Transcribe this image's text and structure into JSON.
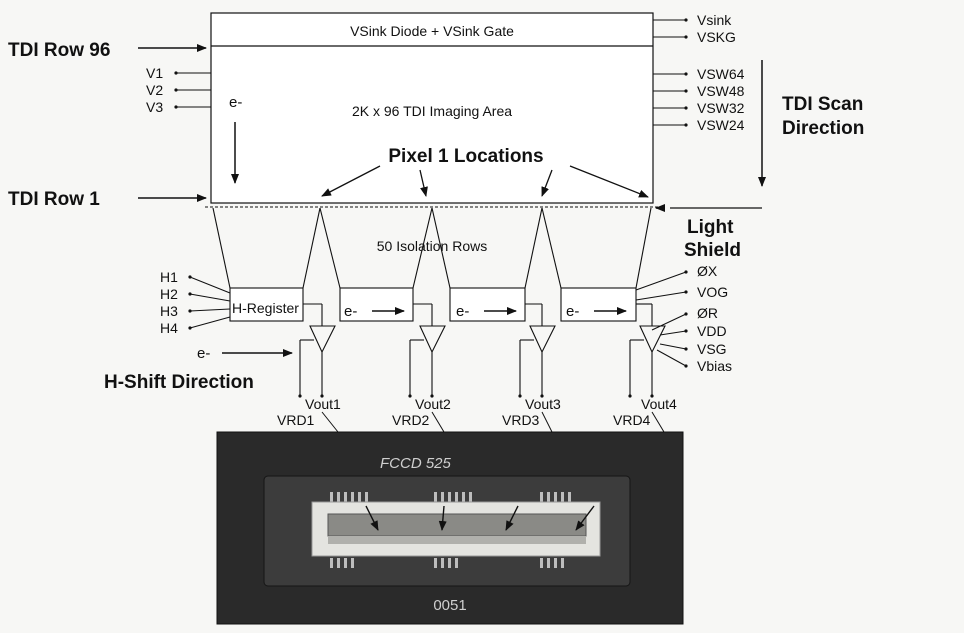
{
  "labels": {
    "tdi_row_96": "TDI Row 96",
    "tdi_row_1": "TDI Row 1",
    "vsink_box": "VSink Diode + VSink Gate",
    "imaging_area": "2K x 96 TDI Imaging Area",
    "pixel1": "Pixel 1 Locations",
    "tdi_scan_line1": "TDI Scan",
    "tdi_scan_line2": "Direction",
    "isolation_rows": "50 Isolation Rows",
    "light_shield_line1": "Light",
    "light_shield_line2": "Shield",
    "h_register": "H-Register",
    "h_shift": "H-Shift Direction",
    "electron": "e-",
    "chip_name": "FCCD 525",
    "chip_serial": "0051"
  },
  "pins": {
    "v_left": [
      "V1",
      "V2",
      "V3"
    ],
    "right_top": [
      "Vsink",
      "VSKG"
    ],
    "vsw": [
      "VSW64",
      "VSW48",
      "VSW32",
      "VSW24"
    ],
    "h_left": [
      "H1",
      "H2",
      "H3",
      "H4"
    ],
    "right_ctrl": [
      "ØX",
      "VOG",
      "ØR",
      "VDD",
      "VSG",
      "Vbias"
    ],
    "vout": [
      "Vout1",
      "Vout2",
      "Vout3",
      "Vout4"
    ],
    "vrd": [
      "VRD1",
      "VRD2",
      "VRD3",
      "VRD4"
    ]
  }
}
